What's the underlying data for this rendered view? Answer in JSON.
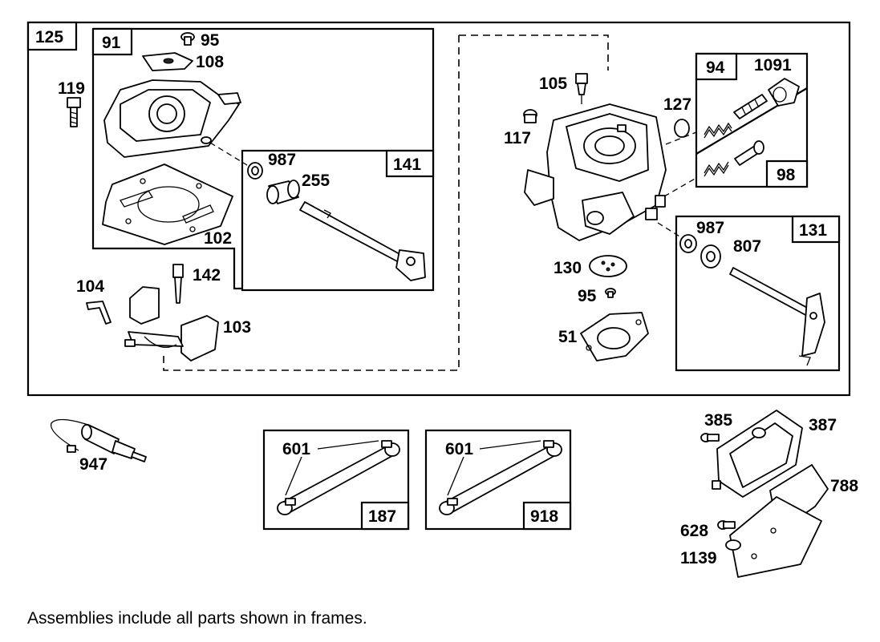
{
  "frames": {
    "f125": "125",
    "f91": "91",
    "f141": "141",
    "f94": "94",
    "f98": "98",
    "f131": "131",
    "f187": "187",
    "f918": "918"
  },
  "callouts": {
    "c95a": "95",
    "c108": "108",
    "c119": "119",
    "c987a": "987",
    "c255": "255",
    "c102": "102",
    "c104": "104",
    "c142": "142",
    "c103": "103",
    "c105": "105",
    "c117": "117",
    "c127": "127",
    "c1091": "1091",
    "c987b": "987",
    "c807": "807",
    "c130": "130",
    "c95b": "95",
    "c51": "51",
    "c947": "947",
    "c601a": "601",
    "c601b": "601",
    "c385": "385",
    "c387": "387",
    "c788": "788",
    "c628": "628",
    "c1139": "1139"
  },
  "caption": "Assemblies include all parts shown in frames."
}
